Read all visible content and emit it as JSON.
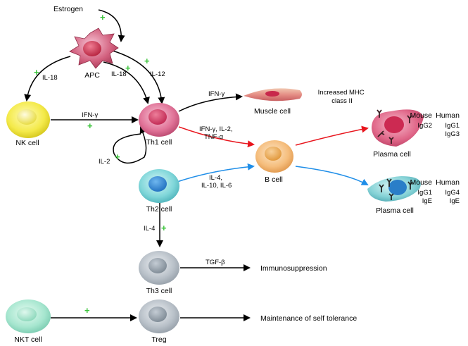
{
  "nodes": {
    "estrogen": "Estrogen",
    "apc": "APC",
    "nk_cell": "NK cell",
    "th1_cell": "Th1 cell",
    "muscle_cell": "Muscle cell",
    "increased_mhc": [
      "Increased MHC",
      "class II"
    ],
    "b_cell": "B cell",
    "th2_cell": "Th2 cell",
    "th3_cell": "Th3 cell",
    "nkt_cell": "NKT cell",
    "treg": "Treg",
    "plasma_cell_1": "Plasma cell",
    "plasma_cell_2": "Plasma cell",
    "immunosuppression": "Immunosuppression",
    "self_tolerance": "Maintenance of self tolerance"
  },
  "edge_labels": {
    "apc_nk": "IL-18",
    "apc_th1_a": "IL-18",
    "apc_th1_b": "IL-12",
    "nk_th1": "IFN-γ",
    "th1_muscle": "IFN-γ",
    "th1_b": [
      "IFN-γ, IL-2,",
      "TNF-α"
    ],
    "th1_loop": "IL-2",
    "th2_b": [
      "IL-4,",
      "IL-10, IL-6"
    ],
    "th2_th3": "IL-4",
    "th3_immuno": "TGF-β"
  },
  "plus_sign": "+",
  "isotypes_th1": {
    "mouse_header": "Mouse",
    "human_header": "Human",
    "mouse": [
      "IgG2"
    ],
    "human": [
      "IgG1",
      "IgG3"
    ]
  },
  "isotypes_th2": {
    "mouse_header": "Mouse",
    "human_header": "Human",
    "mouse": [
      "IgG1",
      "IgE"
    ],
    "human": [
      "IgG4",
      "IgE"
    ]
  },
  "colors": {
    "th1_pathway": "#e8141c",
    "th2_pathway": "#1f8ee8",
    "default_arrow": "#000000",
    "plus": "#3cc43c"
  }
}
